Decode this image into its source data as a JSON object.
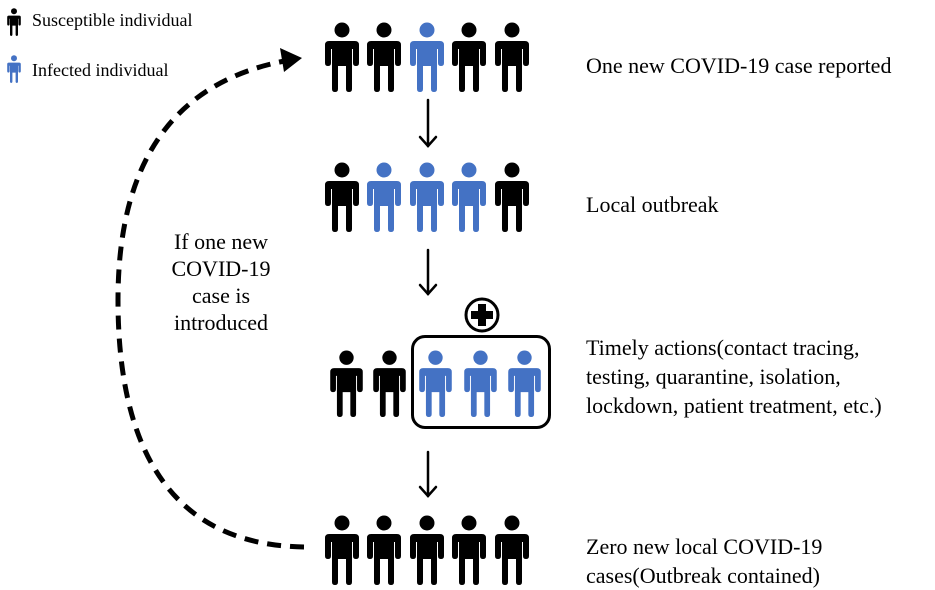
{
  "colors": {
    "susceptible": "#000000",
    "infected": "#4472C4"
  },
  "legend": {
    "susceptible_label": "Susceptible individual",
    "infected_label": "Infected individual"
  },
  "stages": [
    {
      "lines": [
        "One new COVID-19 case reported"
      ],
      "people": [
        "susceptible",
        "susceptible",
        "infected",
        "susceptible",
        "susceptible"
      ]
    },
    {
      "lines": [
        "Local outbreak"
      ],
      "people": [
        "susceptible",
        "infected",
        "infected",
        "infected",
        "susceptible"
      ]
    },
    {
      "lines": [
        "Timely actions(contact tracing,",
        "testing, quarantine, isolation,",
        "lockdown, patient treatment, etc.)"
      ],
      "people": [
        "susceptible",
        "susceptible",
        "infected",
        "infected",
        "infected"
      ]
    },
    {
      "lines": [
        "Zero new local COVID-19",
        "cases(Outbreak contained)"
      ],
      "people": [
        "susceptible",
        "susceptible",
        "susceptible",
        "susceptible",
        "susceptible"
      ]
    }
  ],
  "loop_note": {
    "lines": [
      "If one new",
      "COVID-19",
      "case is",
      "introduced"
    ]
  },
  "icons": [
    "person-icon",
    "medical-cross-icon",
    "down-arrow-icon",
    "dashed-loop-arrow-icon"
  ]
}
